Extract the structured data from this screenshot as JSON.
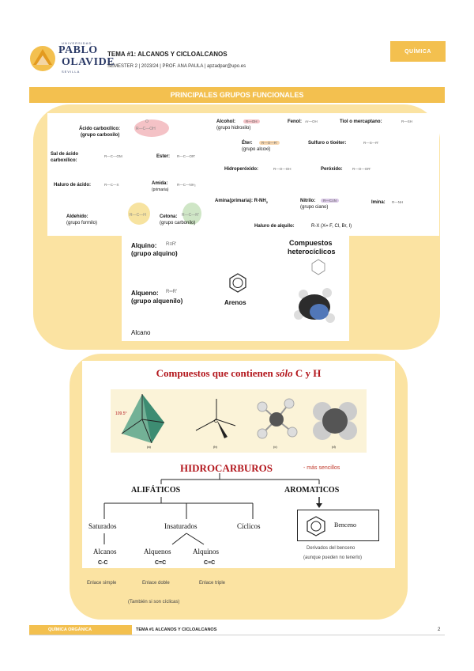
{
  "header": {
    "logo": {
      "line1": "PABLO",
      "line2": "OLAVIDE",
      "tiny_top": "UNIVERSIDAD",
      "tiny_bottom": "SEVILLA"
    },
    "title": "TEMA #1: ALCANOS Y CICLOALCANOS",
    "subtitle": "SEMESTER 2 | 2023/24 | PROF. ANA PAULA | apzadpar@upo.es",
    "tag": "QUÍMICA"
  },
  "section_title": "PRINCIPALES GRUPOS FUNCIONALES",
  "functional_groups": {
    "acido": "Ácido carboxílico:",
    "acido_sub": "(grupo carboxilo)",
    "sal1": "Sal de ácido",
    "sal2": "carboxílico:",
    "ester": "Ester:",
    "haluro_acido": "Haluro de ácido:",
    "amida": "Amida:",
    "amida_sub": "(primaria)",
    "aldehido": "Aldehído:",
    "aldehido_sub": "(grupo formilo)",
    "cetona": "Cetona:",
    "cetona_sub": "(grupo carbonilo)",
    "alcohol": "Alcohol:",
    "alcohol_sub": "(grupo hidroxilo)",
    "fenol": "Fenol:",
    "tiol": "Tiol o mercaptano:",
    "eter": "Éter:",
    "eter_sub": "(grupo alcoxi)",
    "sulfuro": "Sulfuro o tioéter:",
    "hidroperoxido": "Hidroperóxido:",
    "peroxido": "Peróxido:",
    "amina": "Amina(primaria): R-NH",
    "amina_sub2": "2",
    "nitrilo": "Nitrilo:",
    "nitrilo_sub": "(grupo ciano)",
    "imina": "Imina:",
    "haluro_alquilo": "Haluro de alquilo:",
    "haluro_alquilo_formula": "R-X   (X= F, Cl, Br, I)",
    "alquino": "Alquino:",
    "alquino_sub": "(grupo alquino)",
    "alqueno": "Alqueno:",
    "alqueno_sub": "(grupo alquenilo)",
    "alcano": "Alcano",
    "arenos": "Arenos",
    "heterociclicos1": "Compuestos",
    "heterociclicos2": "heterocíclicos"
  },
  "hydrocarbons": {
    "title_pre": "Compuestos que contienen ",
    "title_em": "sólo",
    "title_post": " C y H",
    "fig_labels": [
      "(a)",
      "(b)",
      "(c)",
      "(d)"
    ],
    "main": "HIDROCARBUROS",
    "main_note": "- más sencillos",
    "alifaticos": "ALIFÁTICOS",
    "aromaticos": "AROMATICOS",
    "saturados": "Saturados",
    "insaturados": "Insaturados",
    "ciclicos": "Cíclicos",
    "benceno": "Benceno",
    "alcanos": "Alcanos",
    "alquenos": "Alquenos",
    "alquinos": "Alquinos",
    "cc1": "C-C",
    "cc2": "C=C",
    "cc3": "C≡C",
    "derivados1": "Derivados del benceno",
    "derivados2": "(aunque pueden no tenerlo)",
    "enlace1": "Enlace simple",
    "enlace2": "Enlace doble",
    "enlace3": "Enlace triple",
    "ciclicas": "(También si son cíclicas)",
    "angle": "109.5°"
  },
  "footer": {
    "left": "QUÍMICA ORGÁNICA",
    "mid": "TEMA #1 ALCANOS Y CICLOALCANOS",
    "page": "2"
  },
  "colors": {
    "accent": "#f3c04f",
    "panel": "#fbe3a2",
    "red_title": "#b3171d",
    "navy": "#2b3a67"
  }
}
